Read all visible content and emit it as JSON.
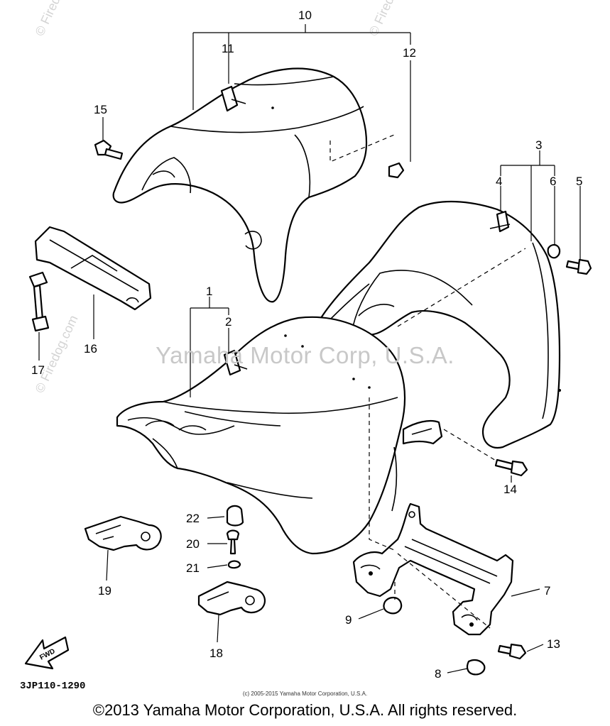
{
  "watermark": "Yamaha Motor Corp, U.S.A.",
  "drawing_code": "3JP110-1290",
  "small_copyright": "(c) 2005-2015 Yamaha Motor Corporation, U.S.A.",
  "footer": "©2013 Yamaha Motor Corporation, U.S.A. All rights reserved.",
  "fwd_label": "FWD",
  "site_watermark": "© Firedog.com",
  "callouts": {
    "c1": "1",
    "c2": "2",
    "c3": "3",
    "c4": "4",
    "c5": "5",
    "c6": "6",
    "c7": "7",
    "c8": "8",
    "c9": "9",
    "c10": "10",
    "c11": "11",
    "c12": "12",
    "c13": "13",
    "c14": "14",
    "c15": "15",
    "c16": "16",
    "c17": "17",
    "c18": "18",
    "c19": "19",
    "c20": "20",
    "c21": "21",
    "c22": "22"
  }
}
